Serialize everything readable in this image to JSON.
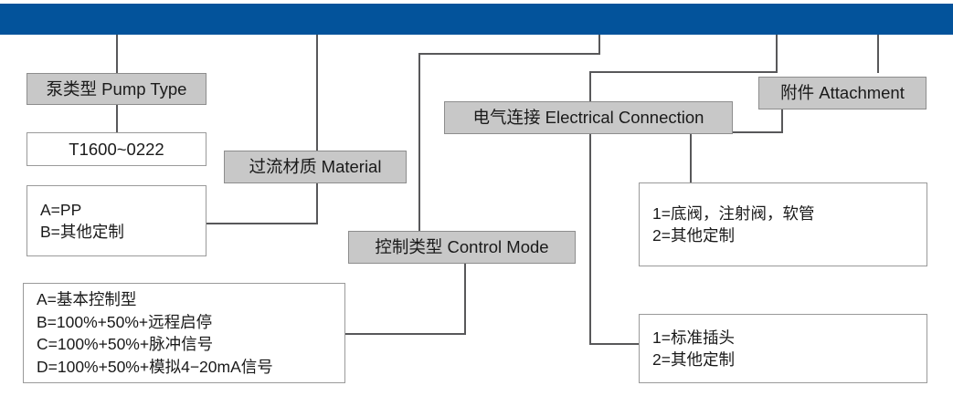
{
  "diagram": {
    "type": "product-ordering-code-tree",
    "header": {
      "color": "#03539b",
      "label": ""
    },
    "colors": {
      "header_blue": "#03539b",
      "category_gray": "#c8c8c8",
      "box_white": "#ffffff",
      "line_gray": "#58585a",
      "border_gray": "#9a9a9a",
      "text": "#1a1a1a"
    },
    "nodes": {
      "pump_type": {
        "label": "泵类型 Pump Type",
        "style": "gray"
      },
      "pump_type_value": {
        "label": "T1600~0222",
        "style": "white"
      },
      "material": {
        "label": "过流材质 Material",
        "style": "gray"
      },
      "material_options": {
        "style": "white",
        "lines": [
          "A=PP",
          "B=其他定制"
        ]
      },
      "control_mode": {
        "label": "控制类型 Control Mode",
        "style": "gray"
      },
      "control_mode_options": {
        "style": "white",
        "lines": [
          "A=基本控制型",
          "B=100%+50%+远程启停",
          "C=100%+50%+脉冲信号",
          "D=100%+50%+模拟4−20mA信号"
        ]
      },
      "electrical_connection": {
        "label": "电气连接 Electrical Connection",
        "style": "gray"
      },
      "electrical_connection_options": {
        "style": "white",
        "lines": [
          "1=标准插头",
          "2=其他定制"
        ]
      },
      "attachment": {
        "label": "附件 Attachment",
        "style": "gray"
      },
      "attachment_options": {
        "style": "white",
        "lines": [
          "1=底阀，注射阀，软管",
          "2=其他定制"
        ]
      }
    }
  }
}
